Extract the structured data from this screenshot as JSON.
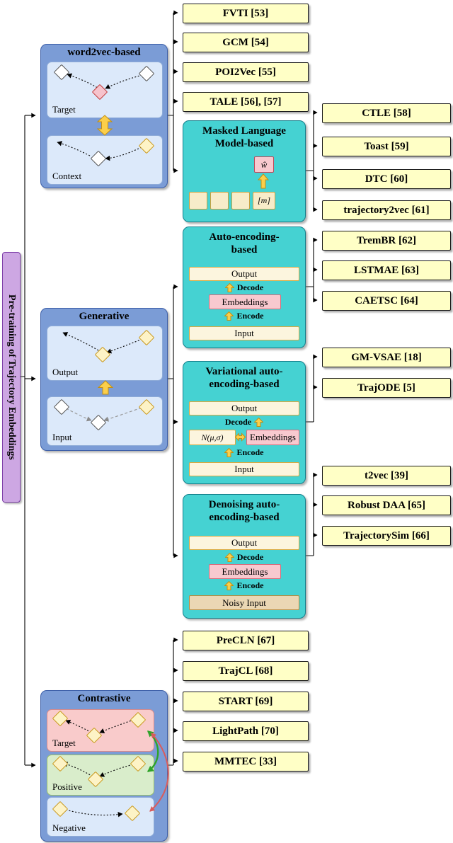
{
  "figure": {
    "root_label": "Pre-training of Trajectory Embeddings"
  },
  "categories": {
    "word2vec": {
      "title": "word2vec-based",
      "target_label": "Target",
      "context_label": "Context"
    },
    "generative": {
      "title": "Generative",
      "output_label": "Output",
      "input_label": "Input"
    },
    "contrastive": {
      "title": "Contrastive",
      "target_label": "Target",
      "positive_label": "Positive",
      "negative_label": "Negative"
    }
  },
  "method_groups": {
    "masked_lm": {
      "title_line1": "Masked Language",
      "title_line2": "Model-based",
      "predicted_token": "ŵ",
      "mask_token": "[m]"
    },
    "autoencoding": {
      "title_line1": "Auto-encoding-",
      "title_line2": "based",
      "output": "Output",
      "decode": "Decode",
      "embeddings": "Embeddings",
      "encode": "Encode",
      "input": "Input"
    },
    "variational": {
      "title_line1": "Variational auto-",
      "title_line2": "encoding-based",
      "output": "Output",
      "decode": "Decode",
      "distribution": "N(μ,σ)",
      "embeddings": "Embeddings",
      "encode": "Encode",
      "input": "Input"
    },
    "denoising": {
      "title_line1": "Denoising auto-",
      "title_line2": "encoding-based",
      "output": "Output",
      "decode": "Decode",
      "embeddings": "Embeddings",
      "encode": "Encode",
      "input": "Noisy Input"
    }
  },
  "leaves": {
    "word2vec": [
      "FVTI [53]",
      "GCM [54]",
      "POI2Vec [55]",
      "TALE [56], [57]"
    ],
    "masked_lm": [
      "CTLE [58]",
      "Toast [59]",
      "DTC [60]",
      "trajectory2vec [61]"
    ],
    "autoencoding": [
      "TremBR [62]",
      "LSTMAE [63]",
      "CAETSC [64]"
    ],
    "variational": [
      "GM-VSAE [18]",
      "TrajODE [5]"
    ],
    "denoising": [
      "t2vec [39]",
      "Robust DAA [65]",
      "TrajectorySim [66]"
    ],
    "contrastive": [
      "PreCLN [67]",
      "TrajCL [68]",
      "START [69]",
      "LightPath [70]",
      "MMTEC [33]"
    ]
  },
  "palette": {
    "leaf_bg": "#FFFFC6",
    "category_bg": "#7B9CD6",
    "teal_bg": "#45D2D2",
    "root_bg": "#CDA7E3",
    "subpanel_blue": "#DCE9FA",
    "subpanel_pink": "#F9CBCB",
    "subpanel_green": "#D9EDCB",
    "bar_cream": "#FCF5DE",
    "bar_pink": "#F8C9CF",
    "bar_tan": "#EBD7B4",
    "arrow_yellow": "#FBCF4B",
    "link_green": "#2FA32A",
    "link_red": "#D95B5B"
  }
}
